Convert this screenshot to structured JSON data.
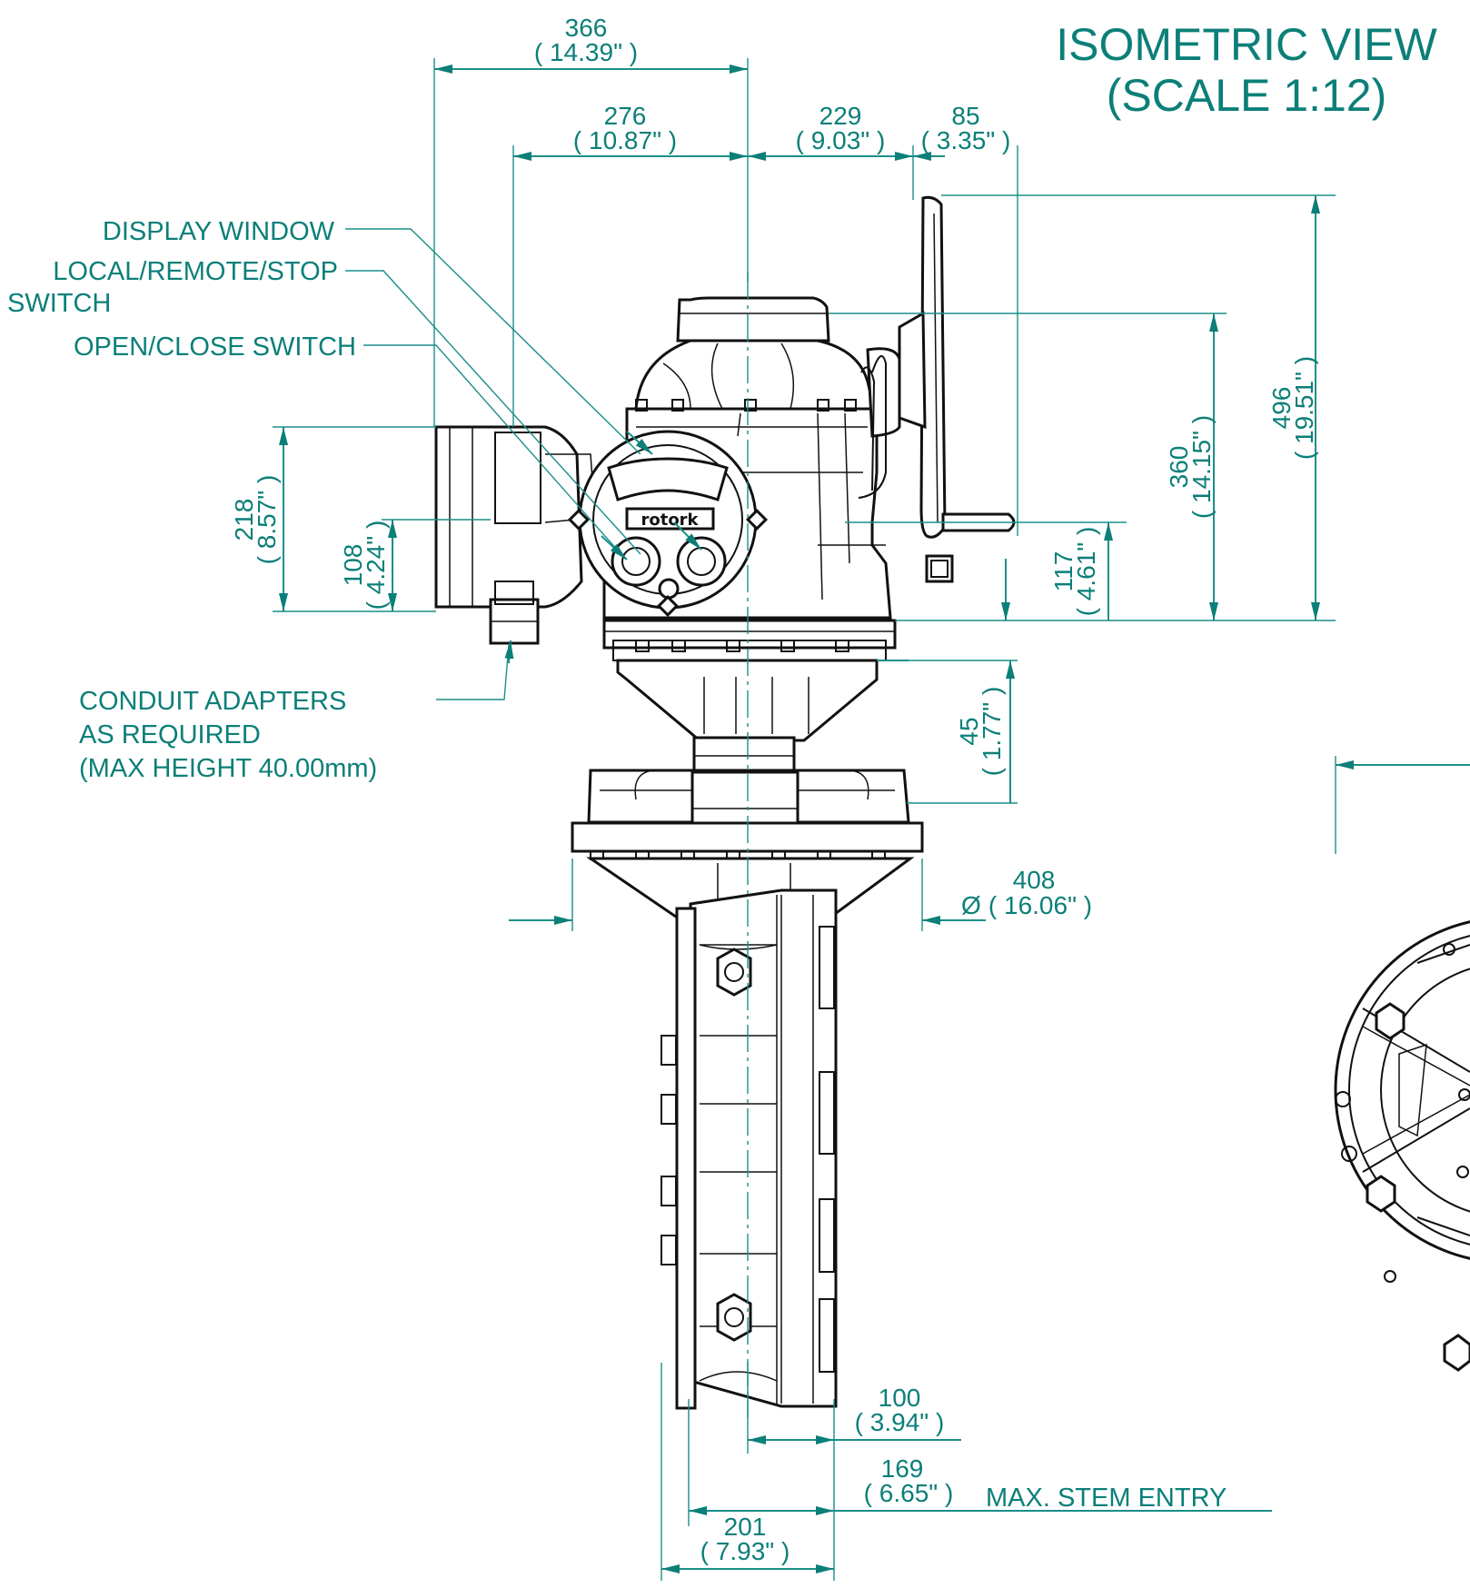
{
  "title": {
    "line1": "ISOMETRIC VIEW",
    "line2": "(SCALE 1:12)"
  },
  "callouts": {
    "display_window": "DISPLAY WINDOW",
    "local_remote_stop_1": "LOCAL/REMOTE/STOP",
    "local_remote_stop_2": "SWITCH",
    "open_close": "OPEN/CLOSE SWITCH",
    "conduit_1": "CONDUIT ADAPTERS",
    "conduit_2": "AS REQUIRED",
    "conduit_3": "(MAX HEIGHT 40.00mm)",
    "max_stem_entry": "MAX. STEM ENTRY"
  },
  "dimensions": {
    "d366": {
      "mm": "366",
      "in": "( 14.39\" )"
    },
    "d276": {
      "mm": "276",
      "in": "( 10.87\" )"
    },
    "d229": {
      "mm": "229",
      "in": "( 9.03\" )"
    },
    "d85": {
      "mm": "85",
      "in": "( 3.35\" )"
    },
    "d496": {
      "mm": "496",
      "in": "( 19.51\" )"
    },
    "d360": {
      "mm": "360",
      "in": "( 14.15\" )"
    },
    "d117": {
      "mm": "117",
      "in": "( 4.61\" )"
    },
    "d218": {
      "mm": "218",
      "in": "( 8.57\" )"
    },
    "d108": {
      "mm": "108",
      "in": "( 4.24\" )"
    },
    "d45": {
      "mm": "45",
      "in": "( 1.77\" )"
    },
    "d408": {
      "prefix": "Ø",
      "mm": "408",
      "in": "( 16.06\" )"
    },
    "d100": {
      "mm": "100",
      "in": "( 3.94\" )"
    },
    "d169": {
      "mm": "169",
      "in": "( 6.65\" )"
    },
    "d201": {
      "mm": "201",
      "in": "( 7.93\" )"
    }
  },
  "logo": {
    "text": "rotork"
  },
  "colors": {
    "annotation": "#0b7f78",
    "linework": "#111111",
    "background": "#ffffff"
  }
}
